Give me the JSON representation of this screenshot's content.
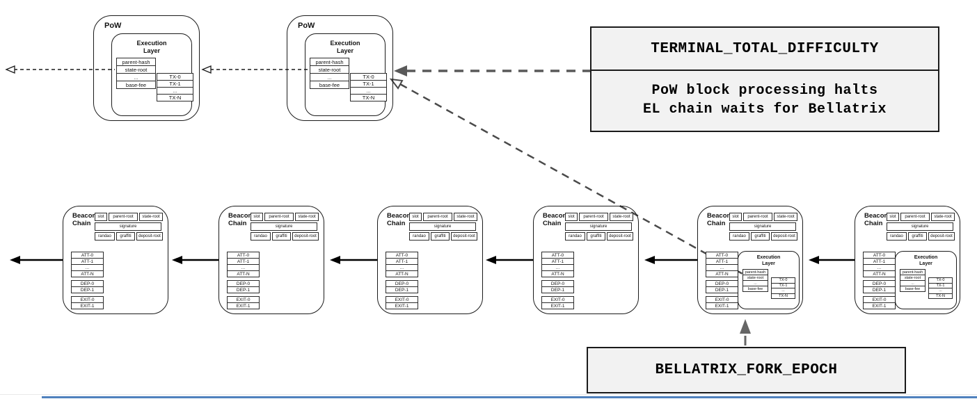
{
  "pow_block": {
    "label": "PoW",
    "execution_layer": {
      "label_line1": "Execution",
      "label_line2": "Layer",
      "fields": [
        "parent-hash",
        "state-root",
        "...",
        "base-fee"
      ],
      "transactions": [
        "TX-0",
        "TX-1",
        "...",
        "TX-N"
      ]
    }
  },
  "beacon_block": {
    "label_line1": "Beacon",
    "label_line2": "Chain",
    "header": {
      "row1": [
        "slot",
        "parent-root",
        "state-root"
      ],
      "row2": [
        "signature"
      ],
      "row3": [
        "randao",
        "graffiti",
        "deposit-root"
      ]
    },
    "attestations": [
      "ATT-0",
      "ATT-1",
      "...",
      "ATT-N"
    ],
    "deposits": [
      "DEP-0",
      "DEP-1"
    ],
    "exits": [
      "EXIT-0",
      "EXIT-1"
    ],
    "execution_layer": {
      "label_line1": "Execution",
      "label_line2": "Layer",
      "fields": [
        "parent-hash",
        "state-root",
        "...",
        "base-fee"
      ],
      "transactions": [
        "TX-0",
        "TX-1",
        "...",
        "TX-N"
      ]
    }
  },
  "callouts": {
    "terminal_total_difficulty": {
      "title": "TERMINAL_TOTAL_DIFFICULTY",
      "body_line1": "PoW block processing halts",
      "body_line2": "EL chain waits for Bellatrix"
    },
    "bellatrix_fork_epoch": {
      "title": "BELLATRIX_FORK_EPOCH"
    }
  },
  "colors": {
    "callout_background": "#f2f2f2",
    "callout_border": "#1a1a1a",
    "diagram_line": "#1a1a1a",
    "arrow_solid_black": "#000000",
    "arrow_gray": "#595959",
    "bottom_rule_blue": "#4f81bd"
  }
}
